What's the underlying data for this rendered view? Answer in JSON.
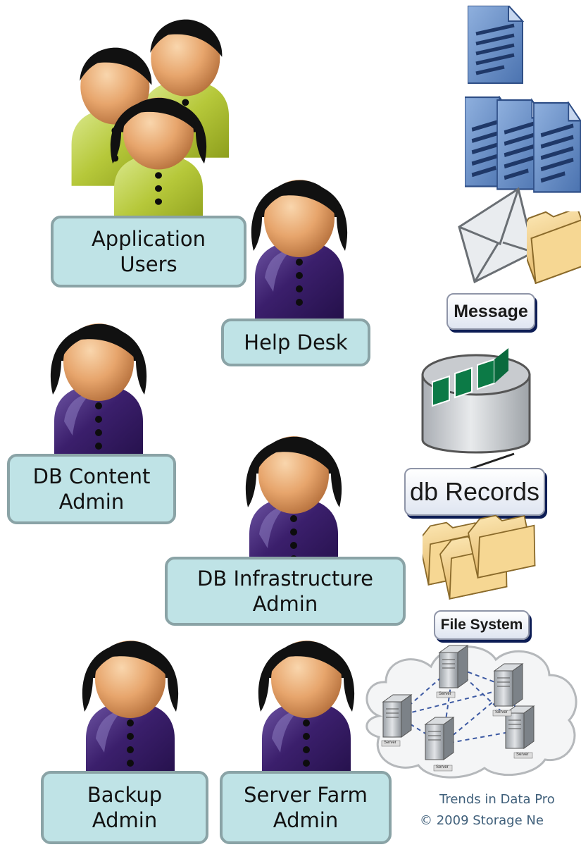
{
  "people": [
    {
      "id": "application-users",
      "lines": [
        "Application",
        "Users"
      ]
    },
    {
      "id": "help-desk",
      "lines": [
        "Help Desk"
      ]
    },
    {
      "id": "db-content-admin",
      "lines": [
        "DB Content",
        "Admin"
      ]
    },
    {
      "id": "db-infrastructure-admin",
      "lines": [
        "DB Infrastructure",
        "Admin"
      ]
    },
    {
      "id": "backup-admin",
      "lines": [
        "Backup",
        "Admin"
      ]
    },
    {
      "id": "server-farm-admin",
      "lines": [
        "Server Farm",
        "Admin"
      ]
    }
  ],
  "data_layers": {
    "message": "Message",
    "db_records": "db Records",
    "file_system": "File System",
    "server_label": "Server"
  },
  "footer": {
    "line1": "Trends in Data Pro",
    "line2": "© 2009 Storage Ne"
  },
  "colors": {
    "user_shirt": "#b8c93a",
    "admin_shirt": "#3c1f6b",
    "label_fill": "#bfe3e6",
    "doc_blue": "#5f86c0",
    "folder_tan": "#f0cf86",
    "db_green": "#0c7a46"
  }
}
